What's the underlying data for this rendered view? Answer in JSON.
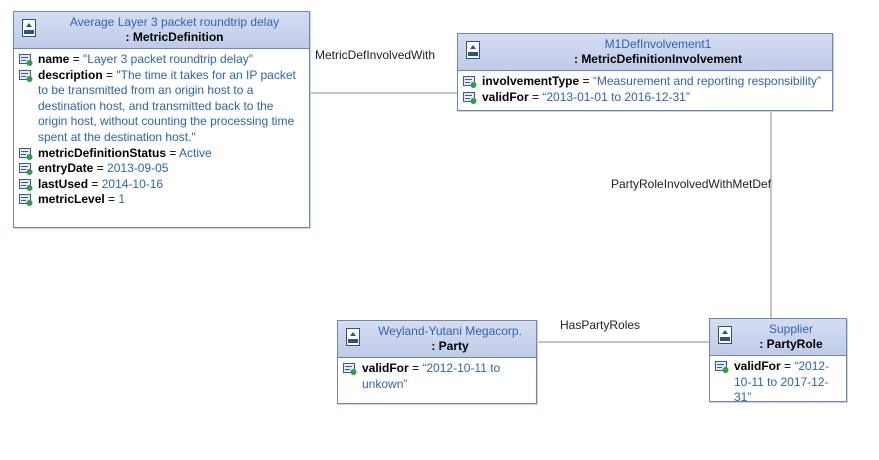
{
  "metric_definition": {
    "instance": "Average Layer 3 packet  roundtrip delay",
    "class": ": MetricDefinition",
    "attributes": [
      {
        "name": "name",
        "value": "\"Layer 3 packet roundtrip delay\""
      },
      {
        "name": "description",
        "value": "\"The time it takes for an IP packet to be transmitted from an origin host to a destination host, and transmitted back to the origin host, without counting the processing time spent at the destination host.\""
      },
      {
        "name": "metricDefinitionStatus",
        "value": "Active"
      },
      {
        "name": "entryDate",
        "value": "2013-09-05"
      },
      {
        "name": "lastUsed",
        "value": "2014-10-16"
      },
      {
        "name": "metricLevel",
        "value": "1"
      }
    ]
  },
  "involvement": {
    "instance": "M1DefInvolvement1",
    "class": ": MetricDefinitionInvolvement",
    "attributes": [
      {
        "name": "involvementType",
        "value": "“Measurement and reporting responsibility”"
      },
      {
        "name": "validFor",
        "value": "“2013-01-01 to 2016-12-31”"
      }
    ]
  },
  "party": {
    "instance": "Weyland-Yutani Megacorp.",
    "class": ": Party",
    "attributes": [
      {
        "name": "validFor",
        "value": "“2012-10-11 to unkown”"
      }
    ]
  },
  "party_role": {
    "instance": "Supplier",
    "class": ": PartyRole",
    "attributes": [
      {
        "name": "validFor",
        "value": "“2012-10-11 to 2017-12-31”"
      }
    ]
  },
  "links": {
    "metric_to_involvement": "MetricDefInvolvedWith",
    "involvement_to_role": "PartyRoleInvolvedWithMetDef",
    "party_to_role": "HasPartyRoles"
  },
  "colors": {
    "border": "#6f87b2",
    "header": "#c8d3ec",
    "instance_text": "#2f63b5",
    "value_text": "#2f63b5"
  }
}
